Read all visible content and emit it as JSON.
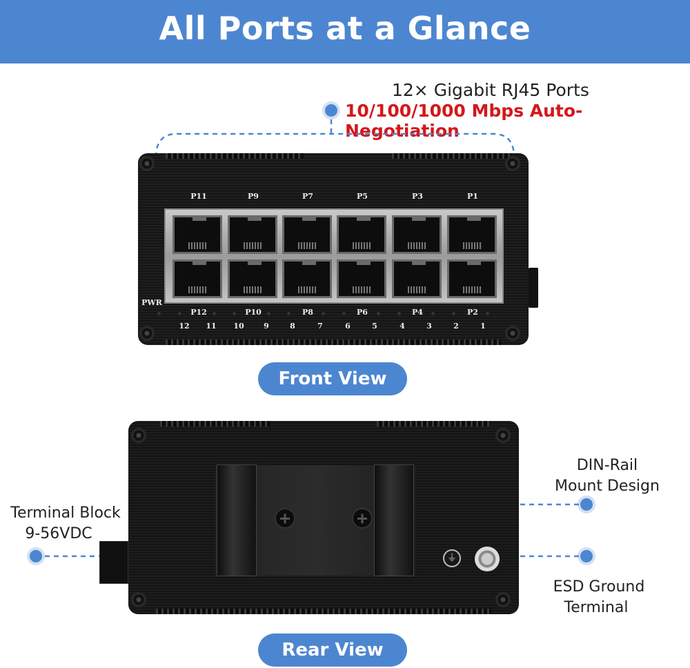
{
  "banner": {
    "title": "All Ports at a Glance",
    "color": "#4d86d0"
  },
  "front_callout": {
    "line1": "12× Gigabit RJ45 Ports",
    "line2": "10/100/1000 Mbps Auto-Negotiation",
    "line2_color": "#d4171a"
  },
  "front_panel": {
    "pwr_label": "PWR",
    "top_port_labels": [
      "P11",
      "P9",
      "P7",
      "P5",
      "P3",
      "P1"
    ],
    "bottom_port_labels": [
      "P12",
      "P10",
      "P8",
      "P6",
      "P4",
      "P2"
    ],
    "led_numbers": [
      "12",
      "11",
      "10",
      "9",
      "8",
      "7",
      "6",
      "5",
      "4",
      "3",
      "2",
      "1"
    ]
  },
  "front_view_label": "Front View",
  "rear": {
    "din_rail_label_1": "DIN-Rail",
    "din_rail_label_2": "Mount Design",
    "terminal_label_1": "Terminal Block",
    "terminal_label_2": "9-56VDC",
    "esd_label_1": "ESD Ground",
    "esd_label_2": "Terminal",
    "ground_icon": "ground-symbol-icon"
  },
  "rear_view_label": "Rear View"
}
